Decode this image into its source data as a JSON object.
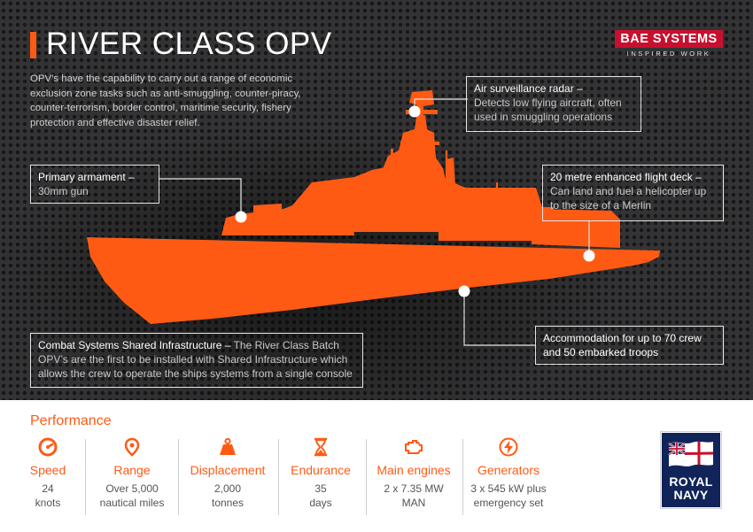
{
  "header": {
    "title": "RIVER CLASS OPV",
    "intro": "OPV’s have the capability to carry out a range of economic exclusion zone tasks such as anti-smuggling, counter-piracy, counter-terrorism, border control, maritime security, fishery protection and effective disaster relief."
  },
  "brand": {
    "name": "BAE SYSTEMS",
    "tagline": "INSPIRED WORK",
    "color": "#c8102e"
  },
  "callouts": {
    "radar": {
      "head": "Air surveillance radar –",
      "text": "Detects low flying aircraft, often used in smuggling operations"
    },
    "armament": {
      "head": "Primary armament –",
      "text": "30mm gun"
    },
    "flight_deck": {
      "head": "20 metre enhanced flight deck –",
      "text": "Can land and fuel a helicopter up to the size of a Merlin"
    },
    "combat": {
      "head": "Combat Systems Shared Infrastructure –",
      "text": "The River Class Batch OPV’s are the first to be installed with Shared Infrastructure which allows the crew to operate the ships systems from a single console"
    },
    "accommodation": {
      "text": "Accommodation for up to 70 crew and 50 embarked troops"
    }
  },
  "performance": {
    "title": "Performance",
    "stats": [
      {
        "icon": "speedometer-icon",
        "label": "Speed",
        "value": "24 knots"
      },
      {
        "icon": "location-pin-icon",
        "label": "Range",
        "value": "Over 5,000 nautical miles"
      },
      {
        "icon": "weight-icon",
        "label": "Displacement",
        "value": "2,000 tonnes"
      },
      {
        "icon": "hourglass-icon",
        "label": "Endurance",
        "value": "35 days"
      },
      {
        "icon": "engine-icon",
        "label": "Main engines",
        "value": "2 x 7.35 MW MAN"
      },
      {
        "icon": "lightning-icon",
        "label": "Generators",
        "value": "3 x 545 kW plus emergency set"
      }
    ]
  },
  "navy_logo": {
    "line1": "ROYAL",
    "line2": "NAVY"
  },
  "colors": {
    "accent": "#ff5a14",
    "navy": "#10245a",
    "background": "#333335"
  }
}
